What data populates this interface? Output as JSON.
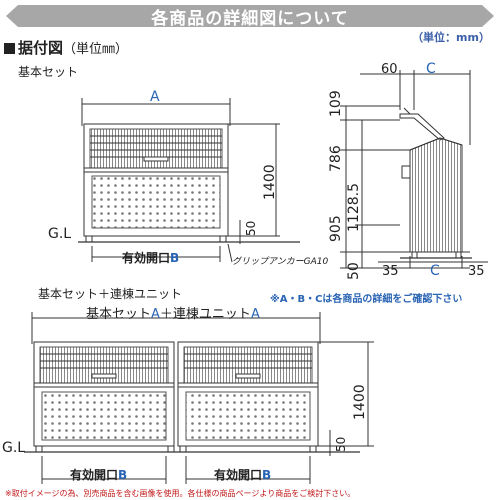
{
  "header": {
    "title": "各商品の詳細図について",
    "unit_note": "（単位：mm）"
  },
  "section": {
    "title": "据付図",
    "unit": "（単位㎜）"
  },
  "basic_set": {
    "label": "基本セット",
    "dim_width": "A",
    "dim_height": "1400",
    "dim_base": "50",
    "gl": "G.L",
    "opening_label": "有効開口",
    "opening_dim": "B",
    "anchor": "グリップアンカーGA10"
  },
  "side_view": {
    "top_depth": "60",
    "top_c": "C",
    "h109": "109",
    "h786": "786",
    "h905": "905",
    "h1128": "1128.5",
    "h50": "50",
    "bottom_left": "35",
    "bottom_c": "C",
    "bottom_right": "35"
  },
  "combo_set": {
    "label": "基本セット＋連棟ユニット",
    "dim_prefix_1": "基本セット",
    "dim_a1": "A",
    "dim_plus": "＋連棟ユニット",
    "dim_a2": "A",
    "dim_height": "1400",
    "dim_base": "50",
    "gl": "G.L",
    "opening_label_1": "有効開口",
    "opening_dim_1": "B",
    "opening_label_2": "有効開口",
    "opening_dim_2": "B"
  },
  "note": "※A・B・Cは各商品の詳細をご確認下さい",
  "footer": "※取付イメージの為、別売商品を含む画像を使用。各仕様の商品ページより商品をご検討下さい。",
  "colors": {
    "banner": "#a7a7a7",
    "accent_blue": "#2a64b4",
    "footer_red": "#c01818",
    "line": "#333333"
  }
}
